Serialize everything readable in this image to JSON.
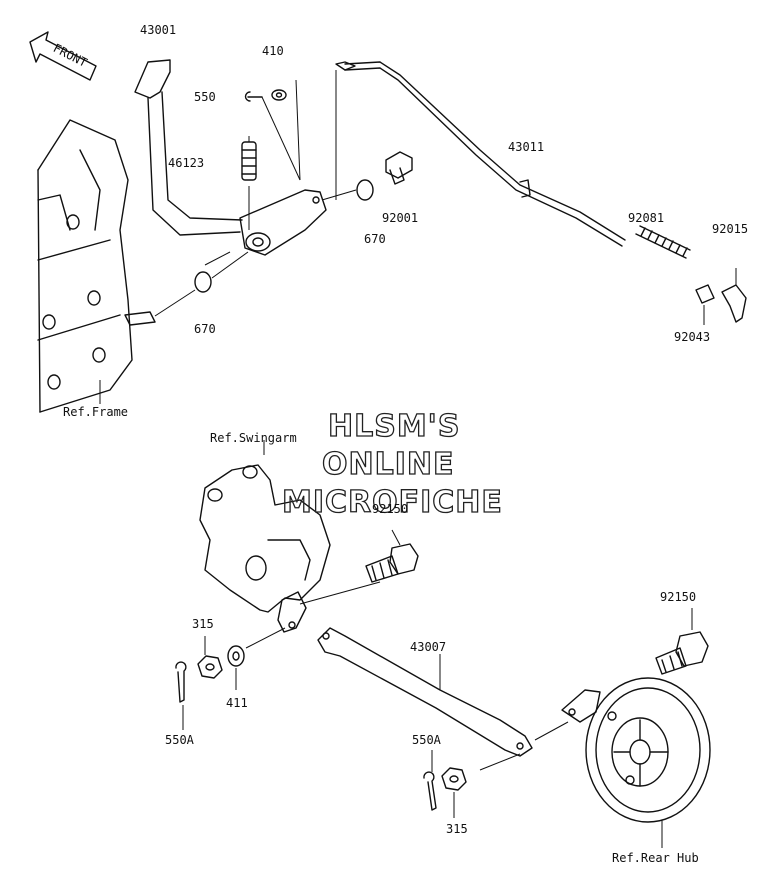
{
  "watermark": [
    "HLSM'S",
    "ONLINE",
    "MICROFICHE"
  ],
  "front_label": "FRONT",
  "part_labels": [
    {
      "id": "l43001",
      "text": "43001"
    },
    {
      "id": "l410",
      "text": "410"
    },
    {
      "id": "l550",
      "text": "550"
    },
    {
      "id": "l46123",
      "text": "46123"
    },
    {
      "id": "l92001",
      "text": "92001"
    },
    {
      "id": "l670a",
      "text": "670"
    },
    {
      "id": "l670b",
      "text": "670"
    },
    {
      "id": "l43011",
      "text": "43011"
    },
    {
      "id": "l92081",
      "text": "92081"
    },
    {
      "id": "l92015",
      "text": "92015"
    },
    {
      "id": "l92043",
      "text": "92043"
    },
    {
      "id": "lRefFrame",
      "text": "Ref.Frame"
    },
    {
      "id": "lRefSwingarm",
      "text": "Ref.Swingarm"
    },
    {
      "id": "l92150a",
      "text": "92150"
    },
    {
      "id": "l92150b",
      "text": "92150"
    },
    {
      "id": "l315a",
      "text": "315"
    },
    {
      "id": "l411",
      "text": "411"
    },
    {
      "id": "l550Aa",
      "text": "550A"
    },
    {
      "id": "l43007",
      "text": "43007"
    },
    {
      "id": "l550Ab",
      "text": "550A"
    },
    {
      "id": "l315b",
      "text": "315"
    },
    {
      "id": "lRefRearHub",
      "text": "Ref.Rear Hub"
    }
  ]
}
